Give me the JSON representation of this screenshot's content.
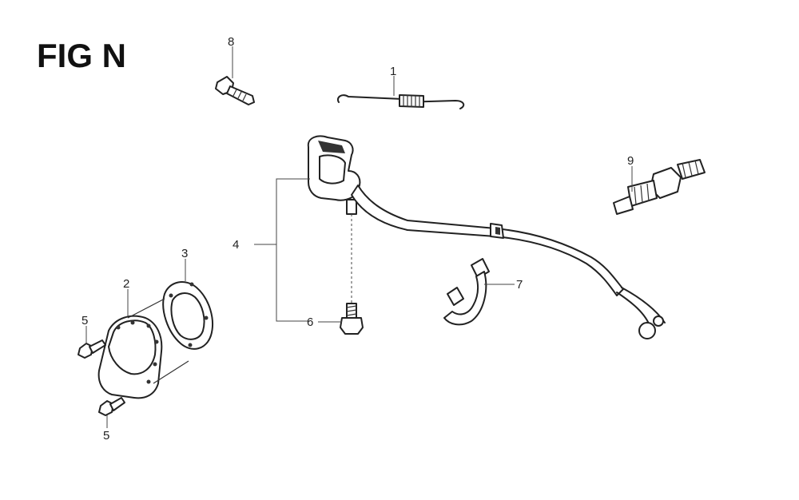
{
  "title": "FIG N",
  "callouts": {
    "c1": "1",
    "c2": "2",
    "c3": "3",
    "c4": "4",
    "c5a": "5",
    "c5b": "5",
    "c6": "6",
    "c7": "7",
    "c8": "8",
    "c9": "9"
  }
}
